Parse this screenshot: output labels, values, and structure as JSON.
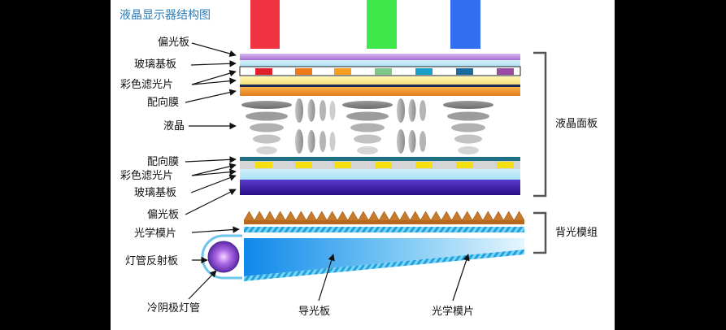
{
  "title": "液晶显示器结构图",
  "labels": {
    "top_polarizer": "偏光板",
    "top_glass": "玻璃基板",
    "color_filter": "彩色滤光片",
    "top_alignment": "配向膜",
    "liquid_crystal": "液晶",
    "bottom_alignment": "配向膜",
    "bottom_color_filter": "彩色滤光片",
    "bottom_glass": "玻璃基板",
    "bottom_polarizer": "偏光板",
    "optical_film_left": "光学模片",
    "lamp_reflector": "灯管反射板",
    "ccfl": "冷阴极灯管",
    "light_guide": "导光板",
    "optical_film_bottom": "光学模片",
    "lcd_panel": "液晶面板",
    "backlight_module": "背光模组"
  },
  "colors": {
    "rgb_red": "#ef3340",
    "rgb_green": "#3ee84a",
    "rgb_blue": "#2f6ff0",
    "title": "#2a7bb5",
    "filter_cells": [
      "#e0202a",
      "#f07a1a",
      "#f5a021",
      "#7ec98a",
      "#1a9fc8",
      "#1a6aa0",
      "#9a4aa0"
    ]
  }
}
